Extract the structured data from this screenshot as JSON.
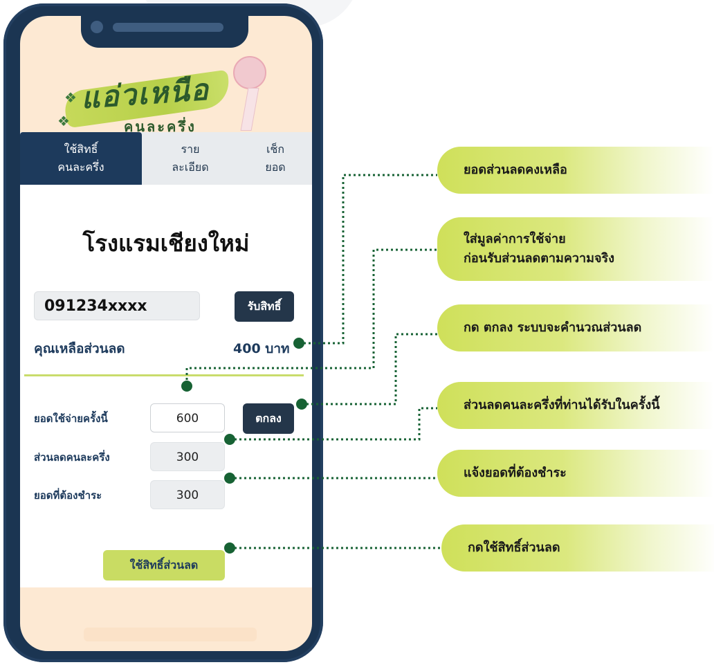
{
  "logo": {
    "title": "แอ่วเหนือ",
    "subtitle": "คนละครึ่ง"
  },
  "tabs": [
    {
      "label": "ใช้สิทธิ์\nคนละครึ่ง",
      "active": true
    },
    {
      "label": "ราย\nละเอียด",
      "active": false
    },
    {
      "label": "เช็ก\nยอด",
      "active": false
    }
  ],
  "panel": {
    "hotel_name": "โรงแรมเชียงใหม่",
    "phone_value": "091234xxxx",
    "claim_label": "รับสิทธิ์",
    "remain_label": "คุณเหลือส่วนลด",
    "remain_value": "400 บาท",
    "spend_label": "ยอดใช้จ่ายครั้งนี้",
    "spend_value": "600",
    "ok_label": "ตกลง",
    "discount_label": "ส่วนลดคนละครึ่ง",
    "discount_value": "300",
    "pay_label": "ยอดที่ต้องชำระ",
    "pay_value": "300",
    "use_label": "ใช้สิทธิ์ส่วนลด"
  },
  "callouts": {
    "c1": "ยอดส่วนลดคงเหลือ",
    "c2_line1": "ใส่มูลค่าการใช้จ่าย",
    "c2_line2": "ก่อนรับส่วนลดตามความจริง",
    "c3_pre": "กด",
    "c3_bold": "ตกลง",
    "c3_post": "ระบบจะคำนวณส่วนลด",
    "c4": "ส่วนลดคนละครึ่งที่ท่านได้รับในครั้งนี้",
    "c5": "แจ้งยอดที่ต้องชำระ",
    "c6": "กดใช้สิทธิ์ส่วนลด"
  },
  "colors": {
    "phone_frame": "#1b3552",
    "screen_bg": "#fde9d3",
    "accent_green": "#c9dc63",
    "dot_green": "#176234",
    "dark_button": "#24364a"
  }
}
